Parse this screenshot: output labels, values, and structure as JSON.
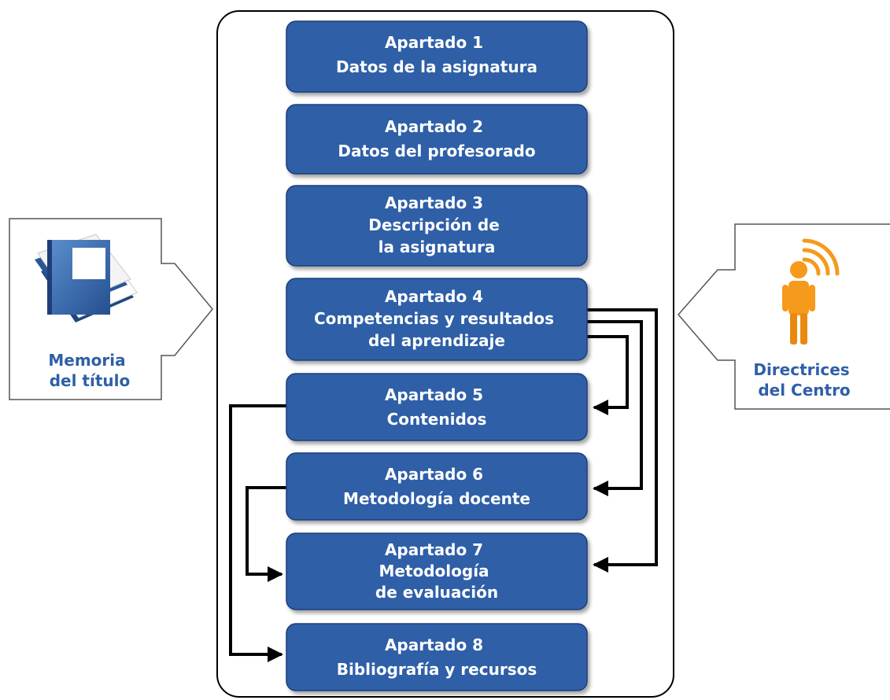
{
  "sections": [
    {
      "lines": [
        "Apartado 1",
        "Datos de la asignatura"
      ]
    },
    {
      "lines": [
        "Apartado 2",
        "Datos del profesorado"
      ]
    },
    {
      "lines": [
        "Apartado 3",
        "Descripción de",
        "la asignatura"
      ]
    },
    {
      "lines": [
        "Apartado 4",
        "Competencias y resultados",
        "del aprendizaje"
      ]
    },
    {
      "lines": [
        "Apartado 5",
        "Contenidos"
      ]
    },
    {
      "lines": [
        "Apartado 6",
        "Metodología docente"
      ]
    },
    {
      "lines": [
        "Apartado 7",
        "Metodología",
        "de evaluación"
      ]
    },
    {
      "lines": [
        "Apartado 8",
        "Bibliografía y recursos"
      ]
    }
  ],
  "left_input": {
    "lines": [
      "Memoria",
      "del título"
    ],
    "icon": "book-stack-icon"
  },
  "right_input": {
    "lines": [
      "Directrices",
      "del Centro"
    ],
    "icon": "person-broadcast-icon"
  },
  "colors": {
    "box_fill": "#2f5fa7",
    "box_border": "#1d3f78",
    "side_text": "#2f5fa7",
    "person": "#f59a1b",
    "connector": "#000000"
  }
}
